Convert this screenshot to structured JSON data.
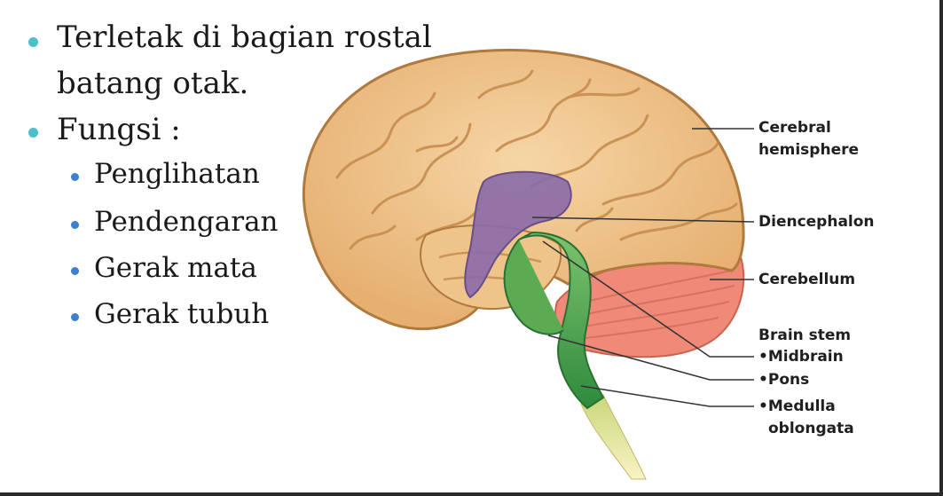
{
  "bullets": {
    "level1": [
      {
        "line1": "Terletak di bagian rostal",
        "line2": "batang otak."
      },
      {
        "line1": "Fungsi :"
      }
    ],
    "level2": [
      "Penglihatan",
      "Pendengaran",
      "Gerak mata",
      "Gerak tubuh"
    ]
  },
  "labels": {
    "cerebral_1": "Cerebral",
    "cerebral_2": "hemisphere",
    "diencephalon": "Diencephalon",
    "cerebellum": "Cerebellum",
    "brain_stem": "Brain stem",
    "midbrain": "•Midbrain",
    "pons": "•Pons",
    "medulla_1": "•Medulla",
    "medulla_2": "oblongata"
  },
  "colors": {
    "bullet_level1": "#4dbfc6",
    "bullet_level2": "#3d7fd0",
    "cerebrum": "#f0c68e",
    "diencephalon": "#8a6aa8",
    "brainstem": "#3f9a4a",
    "cerebellum": "#ef8a78",
    "spinal_cord": "#f3e8a0"
  }
}
